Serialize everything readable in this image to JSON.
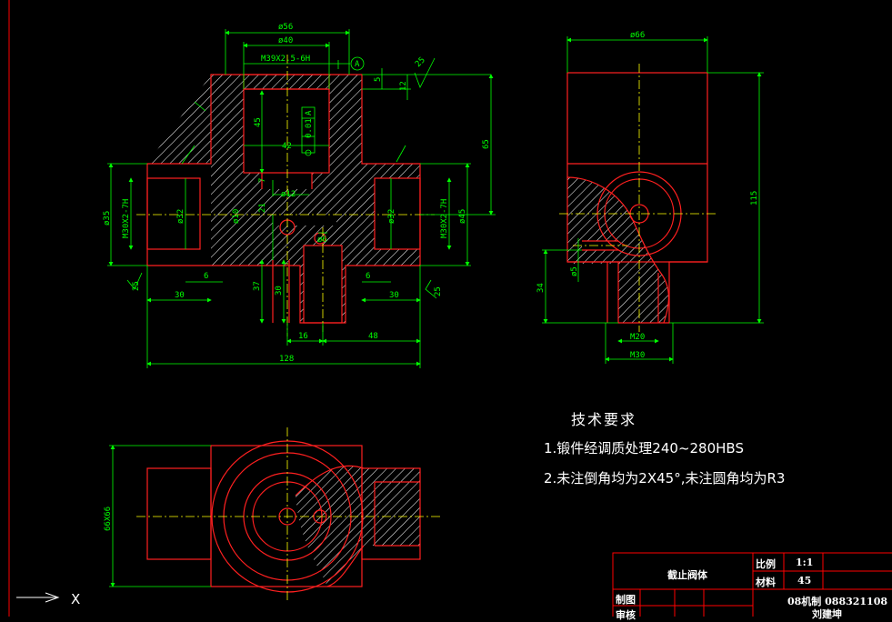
{
  "drawing": {
    "colors": {
      "background": "#000000",
      "part": "#ff2020",
      "dimension": "#00ff00",
      "centerline": "#ffff00",
      "hatch": "#ffffff",
      "frame": "#ff0000"
    },
    "front_view_dims": {
      "d56": "ø56",
      "d40": "ø40",
      "m39": "M39X2.5-6H",
      "tol_a": "A",
      "r25_top": "25",
      "d5": "5",
      "d12": "12",
      "d65": "65",
      "d45": "45",
      "d42": "42",
      "d7": "7",
      "flat": "0.01",
      "flat_a": "A",
      "d12b": "ø12",
      "d15_left": "ø35",
      "m30_left": "M30X2-7H",
      "d32_left": "ø32",
      "d10": "ø10",
      "d21": "21",
      "d32_right": "ø32",
      "m30_right": "M30X2-7H",
      "d45_right": "ø45",
      "d6a": "6",
      "d6b": "6",
      "d37": "37",
      "d30v": "30",
      "d30_left": "30",
      "d30_right": "30",
      "d16": "16",
      "d48": "48",
      "d128": "128",
      "r25_left": "25",
      "r25_right": "25",
      "d6c": "ø6"
    },
    "side_view_dims": {
      "d66": "ø66",
      "d115": "115",
      "d5": "ø5",
      "d34": "34",
      "m20": "M20",
      "m30": "M30"
    },
    "top_view_dims": {
      "d66x66": "66X66"
    },
    "tech_notes": {
      "title": "技术要求",
      "line1": "1.锻件经调质处理240~280HBS",
      "line2": "2.未注倒角均为2X45°,未注圆角均为R3"
    },
    "title_block": {
      "part_name": "截止阀体",
      "scale_label": "比例",
      "scale_value": "1:1",
      "material_label": "材料",
      "material_value": "45",
      "drawn_label": "制图",
      "checked_label": "审核",
      "class_info": "08机制  088321108",
      "author": "刘建坤"
    },
    "ucs_label": "X"
  }
}
